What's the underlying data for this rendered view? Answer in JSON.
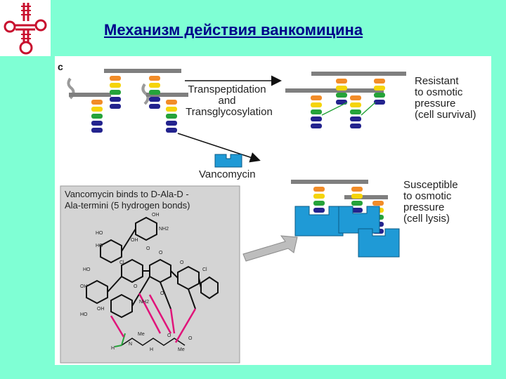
{
  "slide": {
    "title": "Механизм действия ванкомицина"
  },
  "figure": {
    "panel_letter": "c",
    "arrow_label_lines": [
      "Transpeptidation",
      "and",
      "Transglycosylation"
    ],
    "resistant_lines": [
      "Resistant",
      "to osmotic",
      "pressure",
      "(cell survival)"
    ],
    "vancomycin_label": "Vancomycin",
    "susceptible_lines": [
      "Susceptible",
      "to osmotic",
      "pressure",
      "(cell lysis)"
    ],
    "box_caption_lines": [
      "Vancomycin binds to D-Ala-D -",
      "Ala-termini (5 hydrogen bonds)"
    ],
    "chem_labels": [
      "OH",
      "HO",
      "HO",
      "NH2",
      "OH",
      "O",
      "O",
      "Cl",
      "O",
      "O",
      "Cl",
      "HO",
      "O",
      "OH",
      "HO",
      "NH2",
      "OH",
      "H",
      "N",
      "Me",
      "H",
      "O",
      "Me",
      "O"
    ]
  },
  "colors": {
    "background": "#7fffd4",
    "title": "#00008b",
    "glycan": "#7f7f7f",
    "vanco_blue": "#1f9ad6",
    "hbond": "#e0147a",
    "peptide": [
      "#f28c28",
      "#f5d40a",
      "#25a33a",
      "#23238e",
      "#23238e"
    ]
  }
}
